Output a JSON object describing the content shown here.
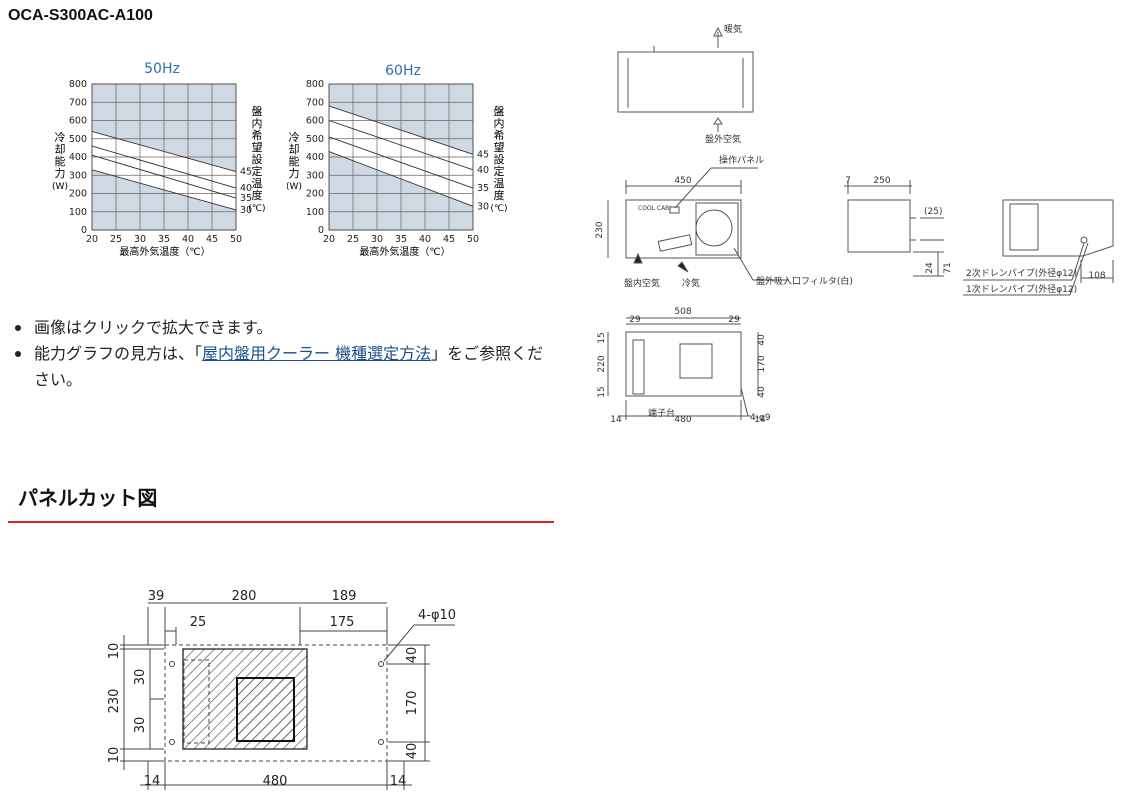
{
  "model": "OCA-S300AC-A100",
  "charts": {
    "y_axis_label": [
      "冷",
      "却",
      "能",
      "力",
      "(W)"
    ],
    "x_axis_label": "最高外気温度（℃）",
    "right_label": [
      "盤",
      "内",
      "希",
      "望",
      "設",
      "定",
      "温",
      "度",
      "(℃)"
    ],
    "x_ticks": [
      "20",
      "25",
      "30",
      "35",
      "40",
      "45",
      "50"
    ],
    "y_ticks": [
      "800",
      "700",
      "600",
      "500",
      "400",
      "300",
      "200",
      "100",
      "0"
    ],
    "series_labels": [
      "45",
      "40",
      "35",
      "30"
    ]
  },
  "chart_data": [
    {
      "type": "line",
      "title": "50Hz",
      "xlabel": "最高外気温度（℃）",
      "ylabel": "冷却能力(W)",
      "xlim": [
        20,
        50
      ],
      "ylim": [
        0,
        800
      ],
      "grid": true,
      "series": [
        {
          "name": "45",
          "x": [
            20,
            50
          ],
          "y": [
            540,
            320
          ]
        },
        {
          "name": "40",
          "x": [
            20,
            50
          ],
          "y": [
            460,
            230
          ]
        },
        {
          "name": "35",
          "x": [
            20,
            50
          ],
          "y": [
            410,
            175
          ]
        },
        {
          "name": "30",
          "x": [
            20,
            50
          ],
          "y": [
            330,
            110
          ]
        }
      ]
    },
    {
      "type": "line",
      "title": "60Hz",
      "xlabel": "最高外気温度（℃）",
      "ylabel": "冷却能力(W)",
      "xlim": [
        20,
        50
      ],
      "ylim": [
        0,
        800
      ],
      "grid": true,
      "series": [
        {
          "name": "45",
          "x": [
            20,
            50
          ],
          "y": [
            680,
            415
          ]
        },
        {
          "name": "40",
          "x": [
            20,
            50
          ],
          "y": [
            600,
            330
          ]
        },
        {
          "name": "35",
          "x": [
            20,
            50
          ],
          "y": [
            510,
            230
          ]
        },
        {
          "name": "30",
          "x": [
            20,
            50
          ],
          "y": [
            430,
            130
          ]
        }
      ]
    }
  ],
  "notes": {
    "click_note": "画像はクリックで拡大できます。",
    "guide_prefix": "能力グラフの見方は、「",
    "guide_link": "屋内盤用クーラー 機種選定方法",
    "guide_suffix": "」をご参照ください。"
  },
  "panel_cut": {
    "heading": "パネルカット図",
    "dims": {
      "d39": "39",
      "d280": "280",
      "d189": "189",
      "d25": "25",
      "d175": "175",
      "holes": "4-φ10",
      "d10a": "10",
      "d30a": "30",
      "d230": "230",
      "d30b": "30",
      "d10b": "10",
      "d40a": "40",
      "d170": "170",
      "d40b": "40",
      "d14a": "14",
      "d480": "480",
      "d14b": "14"
    }
  },
  "outline": {
    "exhaust": "暖気",
    "outside_air_top": "盤外空気",
    "operation_panel": "操作パネル",
    "w450": "450",
    "h230": "230",
    "brand": "COOL CABI",
    "inside_air": "盤内空気",
    "cold_air": "冷気",
    "filter": "盤外吸入口フィルタ(白)",
    "d7": "7",
    "d250": "250",
    "d25": "(25)",
    "d24": "24",
    "d71": "71",
    "drain2": "2次ドレンパイプ(外径φ12)",
    "drain1": "1次ドレンパイプ(外径φ12)",
    "d108": "108",
    "w508": "508",
    "d29a": "29",
    "d29b": "29",
    "d15a": "15",
    "d220": "220",
    "d15b": "15",
    "d40a": "40",
    "d170": "170",
    "d40b": "40",
    "terminal": "端子台",
    "d14a": "14",
    "w480": "480",
    "d14b": "14",
    "holes": "4-φ9"
  }
}
